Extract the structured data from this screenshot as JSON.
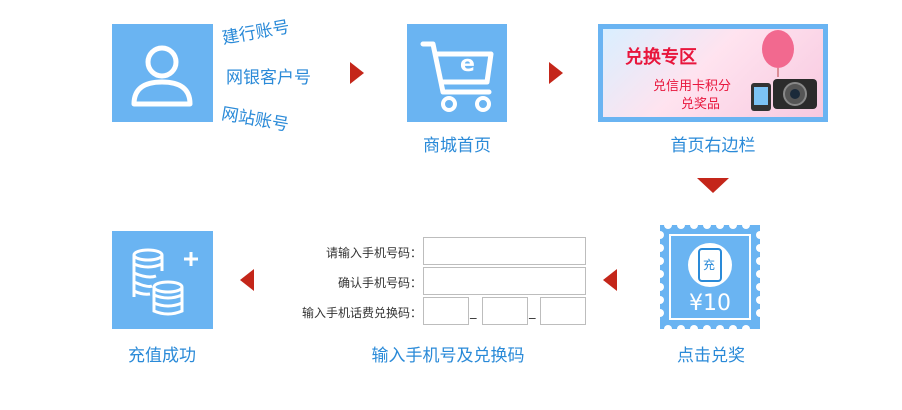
{
  "step1": {
    "login_options": [
      "建行账号",
      "网银客户号",
      "网站账号"
    ]
  },
  "step2": {
    "label": "商城首页",
    "cart_letter": "e"
  },
  "step3": {
    "label": "首页右边栏",
    "promo_title": "兑换专区",
    "promo_line1": "兑信用卡积分",
    "promo_line2": "兑奖品"
  },
  "step4": {
    "label": "点击兑奖",
    "phone_char": "充",
    "amount": "¥10"
  },
  "step5": {
    "label": "输入手机号及兑换码",
    "phone_label": "请输入手机号码：",
    "confirm_label": "确认手机号码：",
    "code_label": "输入手机话费兑换码：",
    "code_separator": "_"
  },
  "step6": {
    "label": "充值成功"
  },
  "colors": {
    "tile": "#6ab4f2",
    "label": "#2a8ad8",
    "arrow": "#c4261a"
  }
}
